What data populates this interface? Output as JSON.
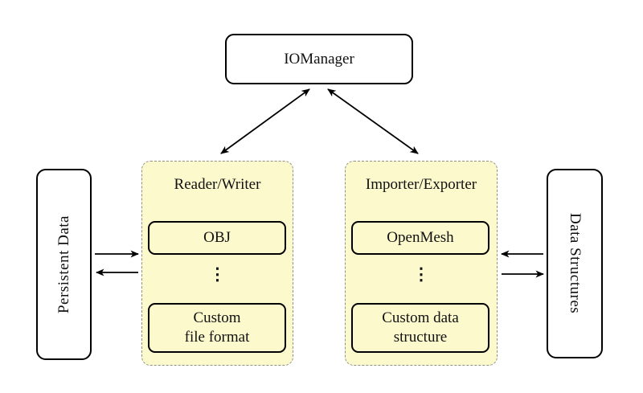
{
  "nodes": {
    "iomanager": "IOManager",
    "persistent_data": "Persistent Data",
    "data_structures": "Data Structures"
  },
  "groups": {
    "reader_writer": {
      "label": "Reader/Writer",
      "item_top": "OBJ",
      "ellipsis": "⋮",
      "item_bottom": "Custom\nfile format"
    },
    "importer_exporter": {
      "label": "Importer/Exporter",
      "item_top": "OpenMesh",
      "ellipsis": "⋮",
      "item_bottom": "Custom data\nstructure"
    }
  },
  "colors": {
    "group_fill": "#fcf9cc",
    "group_border": "#8f8f8f",
    "node_border": "#000000",
    "arrow": "#000000",
    "bg": "#ffffff"
  }
}
